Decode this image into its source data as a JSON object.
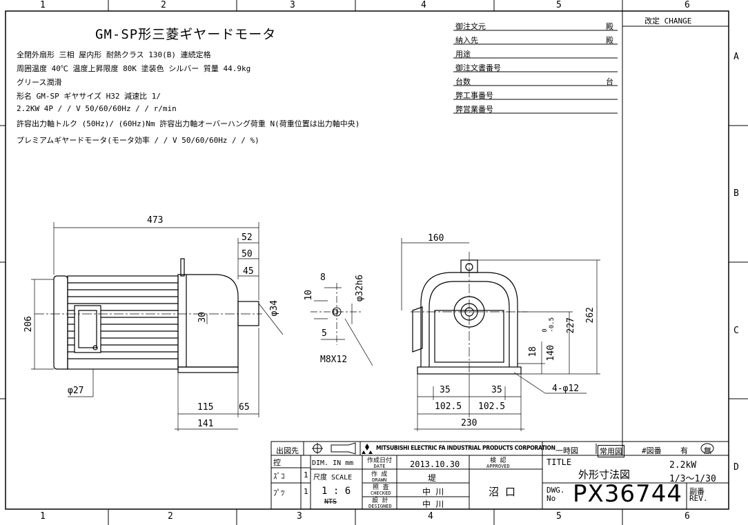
{
  "border": {
    "top_cols": [
      "1",
      "2",
      "3",
      "4",
      "5",
      "6"
    ],
    "bottom_cols": [
      "1",
      "2",
      "3",
      "4",
      "5",
      "6"
    ],
    "rows": [
      "A",
      "B",
      "C",
      "D"
    ]
  },
  "header": {
    "title": "GM-SP形三菱ギヤードモータ",
    "spec_lines": [
      "全閉外扇形 三相 屋内形 耐熱クラス 130(B) 連続定格",
      "周囲温度 40℃ 温度上昇限度 80K 塗装色 シルバー 質量 44.9kg",
      "グリース潤滑",
      "形名  GM-SP  ギヤサイズ H32  減速比 1/",
      "2.2KW 4P     /     /    V 50/60/60Hz      /     /      r/min",
      "許容出力軸トルク     (50Hz)/     (60Hz)Nm 許容出力軸オーバーハング荷重      N(荷重位置は出力軸中央)",
      "プレミアムギヤードモータ(モータ効率     /     /     V 50/60/60Hz      /     /     %)"
    ]
  },
  "order": {
    "fields": [
      {
        "label": "御注文元",
        "suffix": "殿"
      },
      {
        "label": "納入先",
        "suffix": "殿"
      },
      {
        "label": "用途",
        "suffix": ""
      },
      {
        "label": "御注文書番号",
        "suffix": ""
      },
      {
        "label": "台数",
        "suffix": "台"
      },
      {
        "label": "弊工事番号",
        "suffix": ""
      },
      {
        "label": "弊営業番号",
        "suffix": ""
      }
    ],
    "change_label": "改定 CHANGE"
  },
  "dimensions": {
    "front": {
      "d473": "473",
      "d52": "52",
      "d50": "50",
      "d45": "45",
      "d206": "206",
      "d30": "30",
      "d34": "φ34",
      "d27": "φ27",
      "d115": "115",
      "d65": "65",
      "d141": "141"
    },
    "shaft": {
      "d8": "8",
      "d10": "10",
      "d32": "φ32h6",
      "d5": "5",
      "m8": "M8X12"
    },
    "side": {
      "d160": "160",
      "d262": "262",
      "d227": "227",
      "tol": "0\n-0.5",
      "d140": "140",
      "d18": "18",
      "d35a": "35",
      "d35b": "35",
      "d1025a": "102.5",
      "d1025b": "102.5",
      "d230": "230",
      "holes": "4-φ12"
    }
  },
  "titleblock": {
    "shutsuzu": "出図先",
    "company": "MITSUBISHI ELECTRIC FA INDUSTRIAL PRODUCTS CORPORATION",
    "ichiji": "一時図",
    "joyo": "常用図",
    "zuban_label": "#図番",
    "ari": "有",
    "nashi": "無",
    "hikae": "控",
    "zu": "ｽﾞｺ",
    "pu": "ﾌﾟﾂ",
    "one1": "1",
    "one2": "1",
    "dim_unit": "DIM. IN mm",
    "scale_label": "尺度 SCALE",
    "scale_value": "1 : 6",
    "nts": "NTS",
    "date_label": "作成日付",
    "date_en": "DATE",
    "date_value": "2013.10.30",
    "approved_jp": "検 認",
    "approved_en": "APPROVED",
    "drawn_jp": "作 成",
    "drawn_en": "DRAWN",
    "drawn_value": "堤",
    "checked_jp": "照 査",
    "checked_en": "CHECKED",
    "checked_value": "中 川",
    "designed_jp": "設 計",
    "designed_en": "DESIGNED",
    "designed_value": "中 川",
    "approver": "沼 口",
    "title_label": "TITLE",
    "title_value": "外形寸法図",
    "power": "2.2kW",
    "ratio": "1/3～1/30",
    "dwg_label": "DWG.",
    "dwg_no_label": "No",
    "dwg_no": "PX36744",
    "rev_jp": "副番",
    "rev_en": "REV."
  }
}
